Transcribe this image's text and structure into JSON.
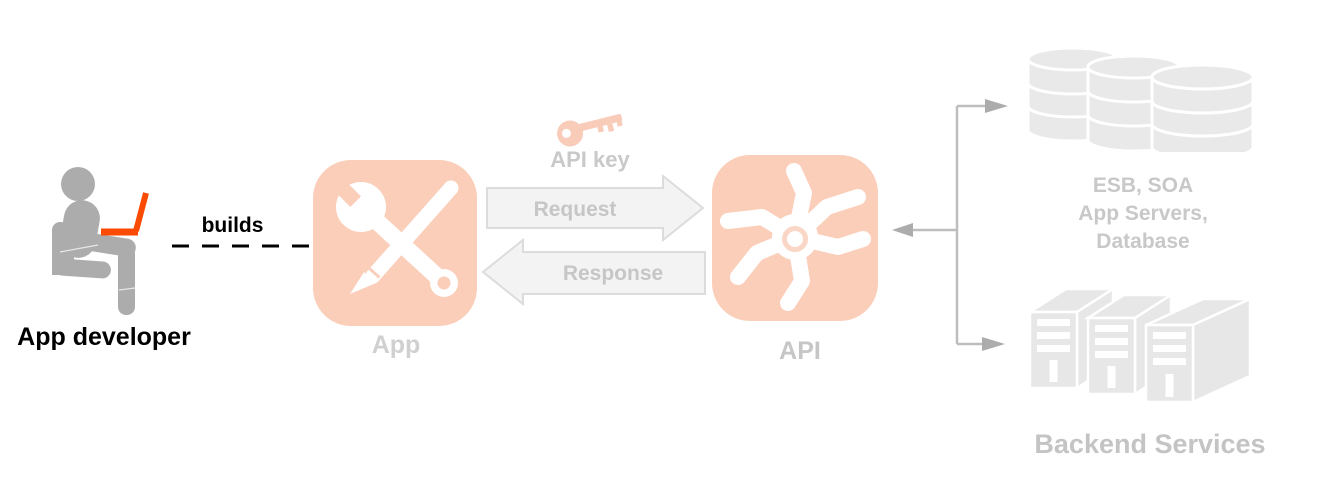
{
  "diagram": {
    "developer": {
      "label": "App developer",
      "builds_label": "builds"
    },
    "app": {
      "label": "App"
    },
    "api_key": {
      "label": "API key"
    },
    "request": {
      "label": "Request",
      "direction": "right"
    },
    "response": {
      "label": "Response",
      "direction": "left"
    },
    "api": {
      "label": "API"
    },
    "esb": {
      "lines": [
        "ESB, SOA",
        "App Servers,",
        "Database"
      ]
    },
    "backend": {
      "label": "Backend Services"
    }
  },
  "colors": {
    "accent_salmon": "#fbceba",
    "laptop_orange": "#fa4b00",
    "figure_gray": "#acacac",
    "muted_label_gray": "#c6c6c6",
    "faded_arrow_fill": "#f3f3f3",
    "faded_arrow_stroke": "#dcdcdc",
    "connector_gray": "#bebebe",
    "asset_gray": "#e8e8e8",
    "text_black": "#000000"
  }
}
